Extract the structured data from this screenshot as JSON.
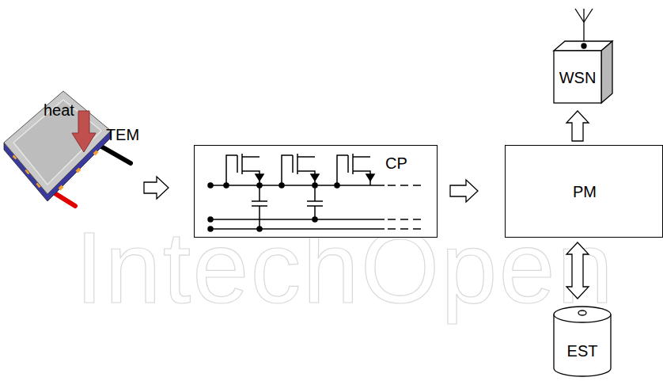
{
  "diagram": {
    "nodes": [
      {
        "text": [
          "TEM"
        ]
      },
      {
        "text": [
          "CP"
        ]
      },
      {
        "text": [
          "WSN"
        ]
      },
      {
        "text": [
          "PM"
        ]
      },
      {
        "text": [
          "EST"
        ]
      }
    ],
    "edges": [
      {
        "from": 0,
        "to": 1,
        "arrow": "to"
      },
      {
        "from": 1,
        "to": 3,
        "arrow": "to"
      },
      {
        "from": 3,
        "to": 2,
        "arrow": "to"
      },
      {
        "from": 3,
        "to": 4,
        "arrow": "both"
      }
    ],
    "labels": [
      "heat",
      "IntechOpen"
    ]
  }
}
